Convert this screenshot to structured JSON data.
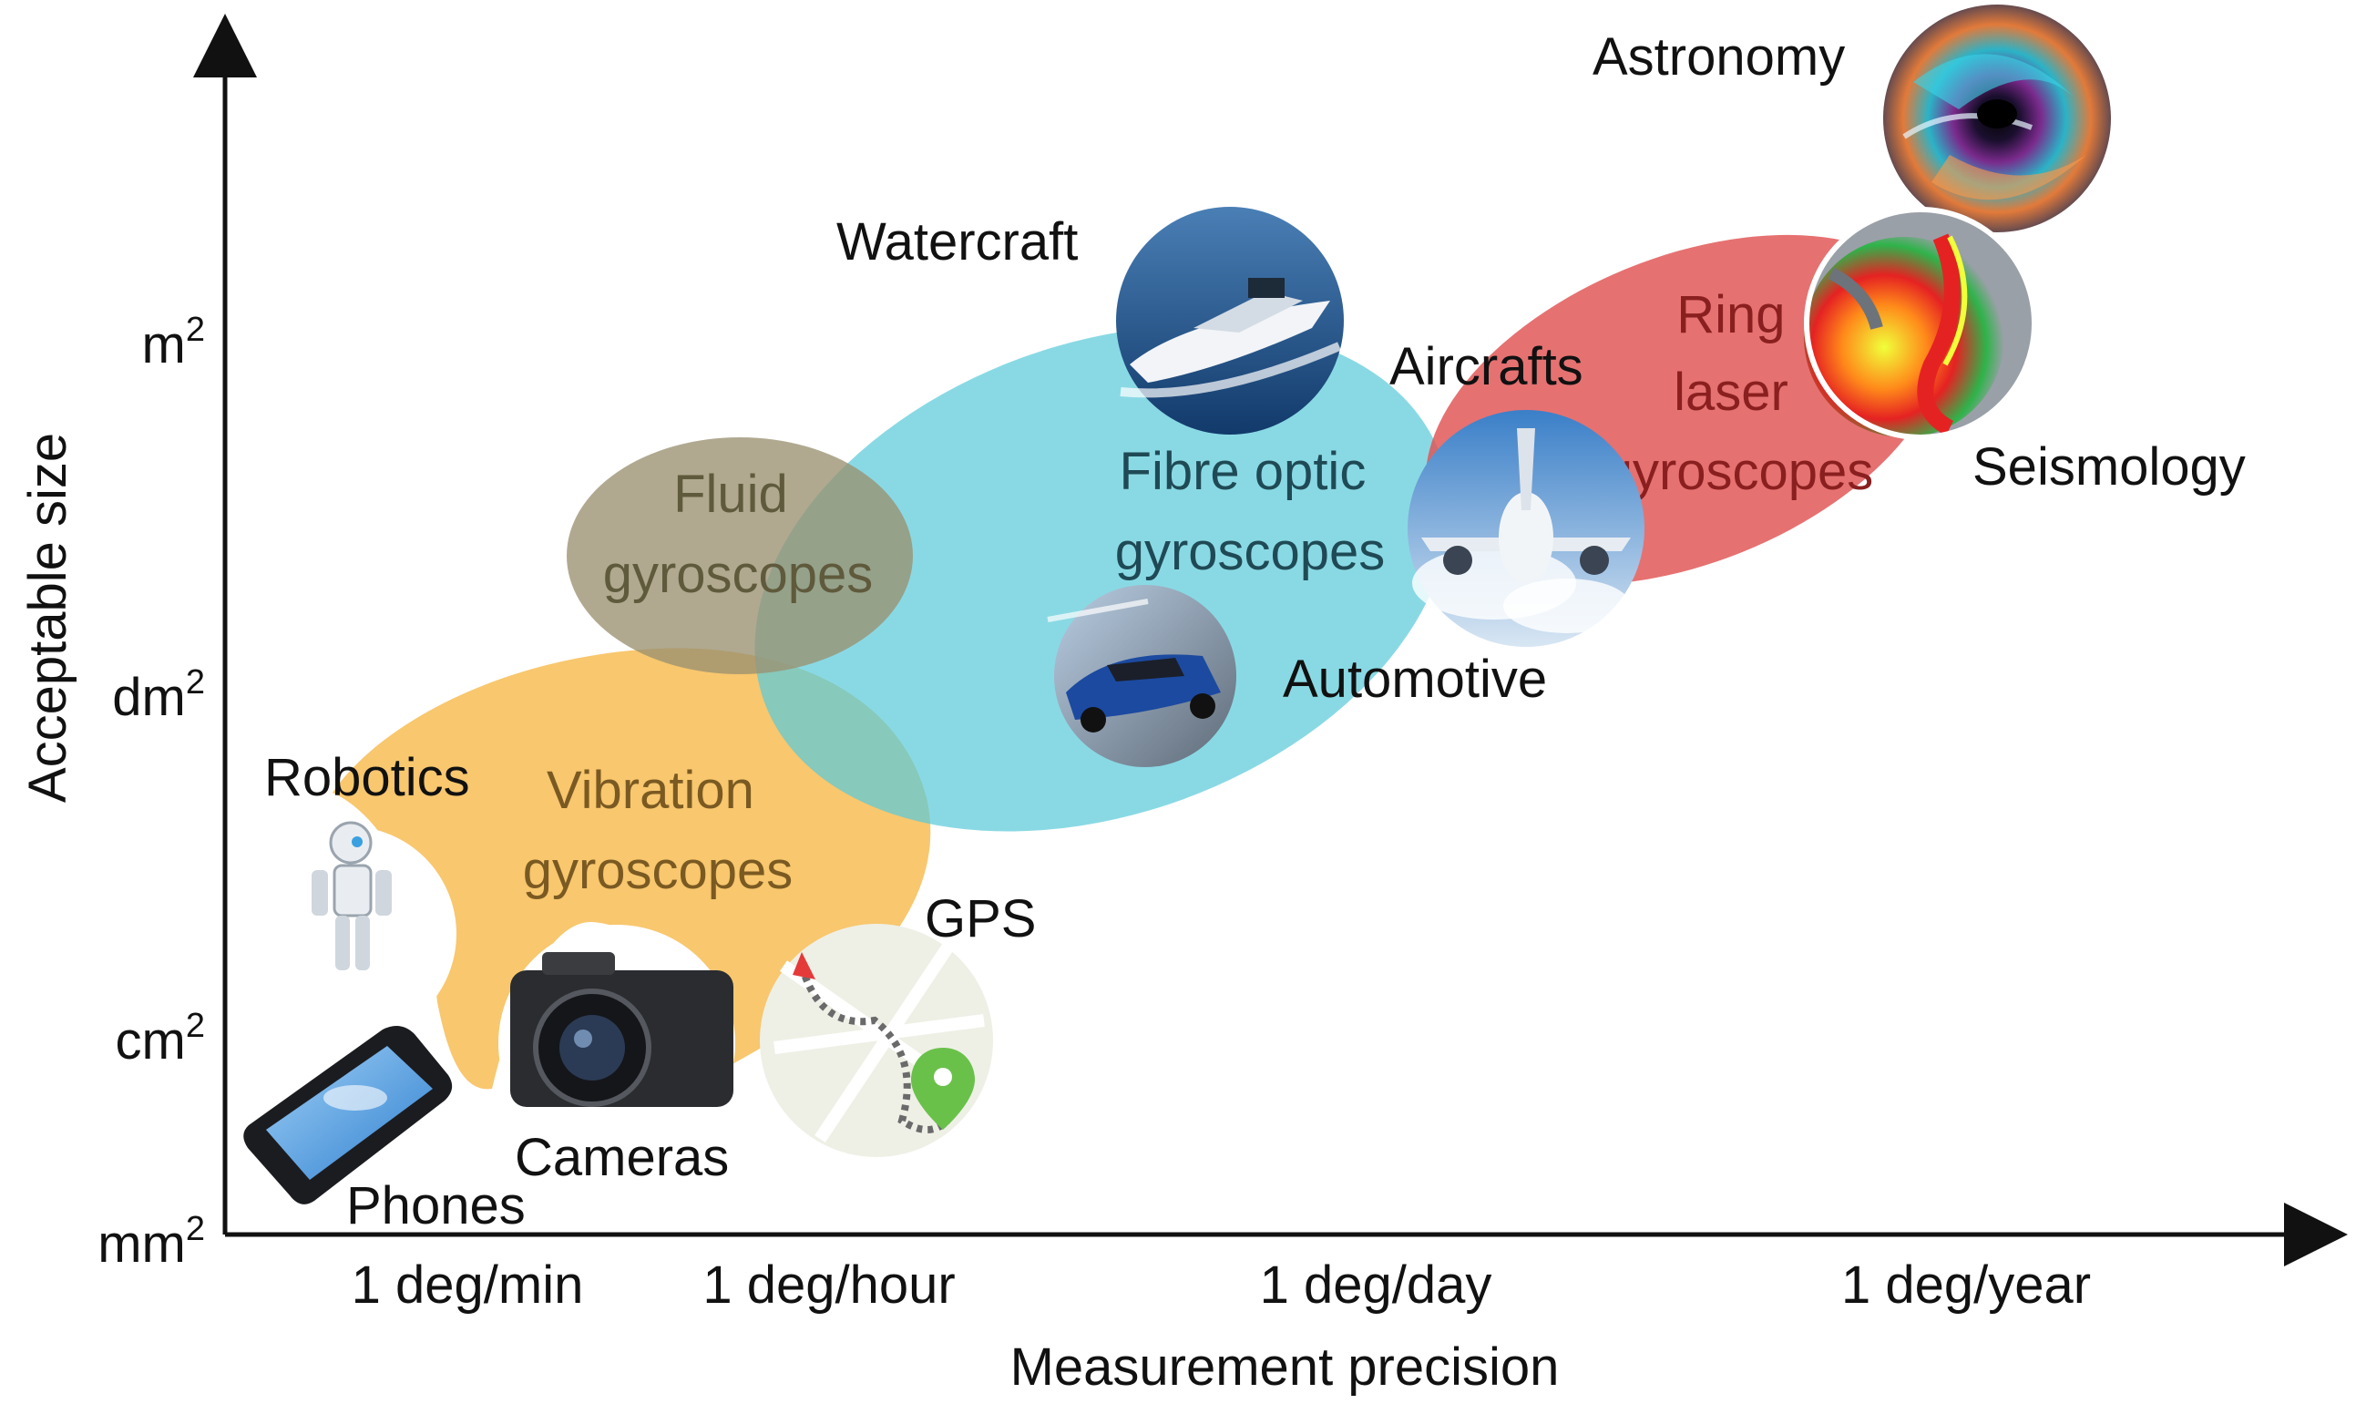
{
  "axes": {
    "x_title": "Measurement precision",
    "y_title": "Acceptable size",
    "x_ticks": [
      "1 deg/min",
      "1 deg/hour",
      "1 deg/day",
      "1 deg/year"
    ],
    "y_ticks": [
      {
        "base": "m",
        "exp": "2"
      },
      {
        "base": "dm",
        "exp": "2"
      },
      {
        "base": "cm",
        "exp": "2"
      },
      {
        "base": "mm",
        "exp": "2"
      }
    ]
  },
  "technologies": {
    "vibration": {
      "line1": "Vibration",
      "line2": "gyroscopes",
      "color": "#f6b94a",
      "text_color": "#7a5a22"
    },
    "fluid": {
      "line1": "Fluid",
      "line2": "gyroscopes",
      "color": "#9a9171",
      "text_color": "#5f5a3c"
    },
    "fibre": {
      "line1": "Fibre optic",
      "line2": "gyroscopes",
      "color": "#5ccbda",
      "text_color": "#1f4a55"
    },
    "ring": {
      "line1": "Ring",
      "line2": "laser",
      "line3": "gyroscopes",
      "color": "#e05252",
      "text_color": "#8a1f1f"
    }
  },
  "applications": {
    "astronomy": {
      "label": "Astronomy",
      "icon": "galaxy-icon"
    },
    "watercraft": {
      "label": "Watercraft",
      "icon": "yacht-icon"
    },
    "aircrafts": {
      "label": "Aircrafts",
      "icon": "airplane-icon"
    },
    "seismology": {
      "label": "Seismology",
      "icon": "seismic-globe-icon"
    },
    "automotive": {
      "label": "Automotive",
      "icon": "race-car-icon"
    },
    "robotics": {
      "label": "Robotics",
      "icon": "robot-icon"
    },
    "gps": {
      "label": "GPS",
      "icon": "map-pin-icon"
    },
    "cameras": {
      "label": "Cameras",
      "icon": "camera-icon"
    },
    "phones": {
      "label": "Phones",
      "icon": "smartphone-icon"
    }
  }
}
